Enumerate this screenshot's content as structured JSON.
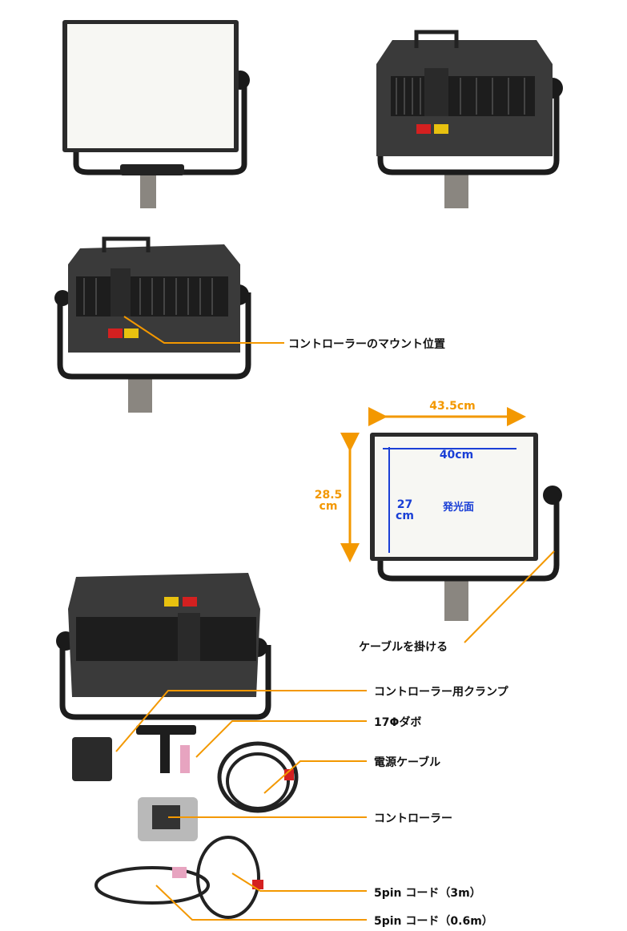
{
  "colors": {
    "callout_line": "#f39800",
    "dimension_outer": "#f39800",
    "dimension_inner": "#1a3fd6",
    "panel_body": "#2a2a2a",
    "emitting_surface": "#f7f7f3"
  },
  "photos": [
    {
      "view": "front-lit"
    },
    {
      "view": "rear"
    },
    {
      "view": "rear-controller-mount"
    },
    {
      "view": "front-dimensions"
    },
    {
      "view": "rear-with-accessories"
    }
  ],
  "callouts": {
    "controller_mount": "コントローラーのマウント位置",
    "cable_hook": "ケーブルを掛ける",
    "controller_clamp": "コントローラー用クランプ",
    "spigot": "17Φダボ",
    "power_cable": "電源ケーブル",
    "controller": "コントローラー",
    "cable_3m": "5pin コード（3m）",
    "cable_06m": "5pin コード（0.6m）"
  },
  "dimensions": {
    "outer_width": "43.5cm",
    "outer_height_value": "28.5",
    "outer_height_unit": "cm",
    "inner_width": "40cm",
    "inner_height_value": "27",
    "inner_height_unit": "cm",
    "surface_label": "発光面"
  }
}
